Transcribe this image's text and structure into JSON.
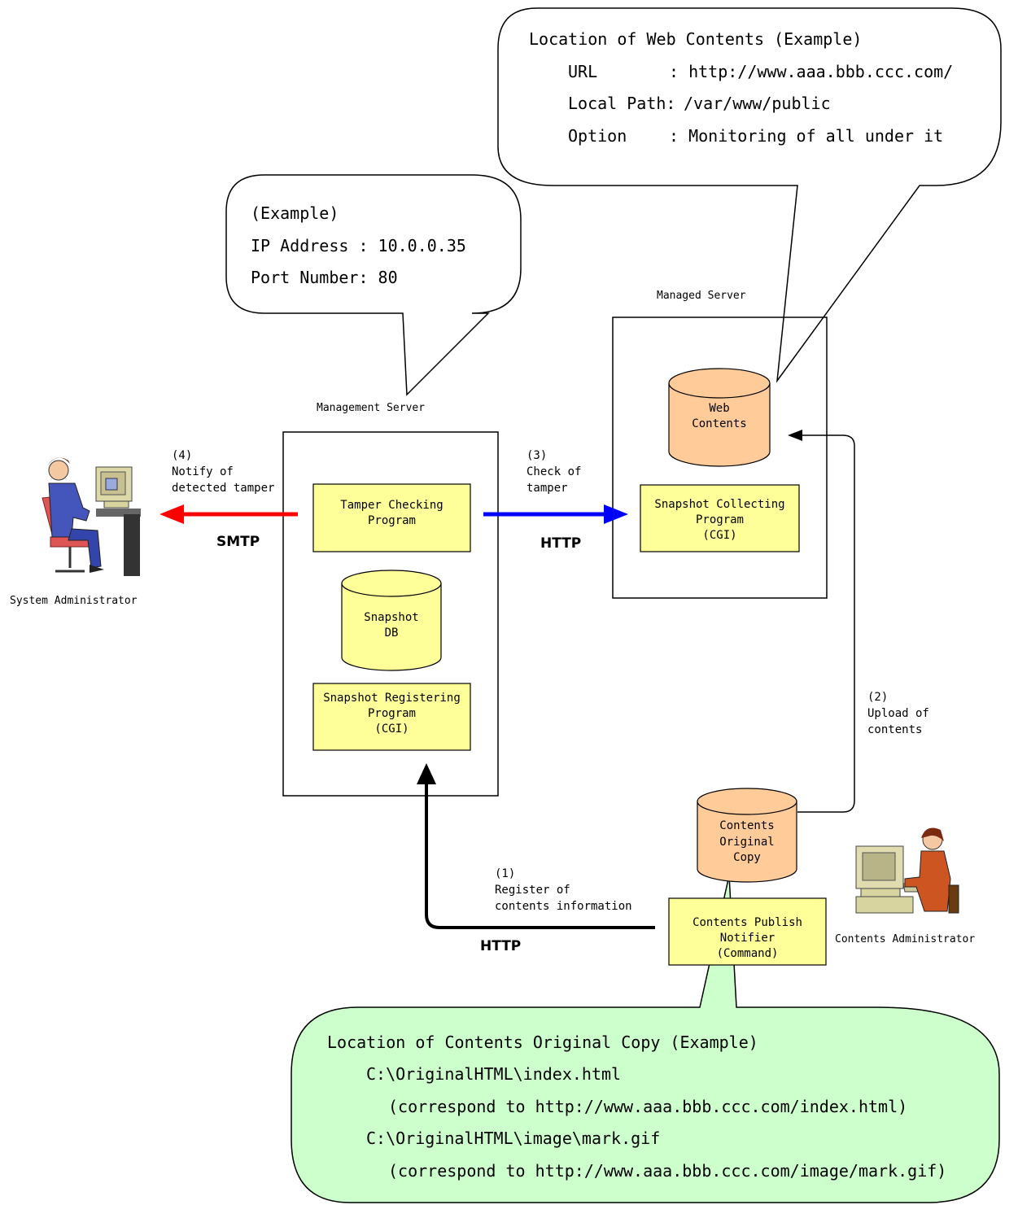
{
  "callouts": {
    "web_location": {
      "title": "Location of Web Contents (Example)",
      "url_label": "URL",
      "url_value": ": http://www.aaa.bbb.ccc.com/",
      "path_label": "Local Path:",
      "path_value": "/var/www/public",
      "option_label": "Option",
      "option_value": ": Monitoring of all under it"
    },
    "server_address": {
      "line1": "(Example)",
      "line2": "IP Address : 10.0.0.35",
      "line3": "Port Number: 80"
    },
    "original_copy": {
      "title": "Location of Contents Original Copy (Example)",
      "line1": "C:\\OriginalHTML\\index.html",
      "line2": "(correspond to http://www.aaa.bbb.ccc.com/index.html)",
      "line3": "C:\\OriginalHTML\\image\\mark.gif",
      "line4": "(correspond to http://www.aaa.bbb.ccc.com/image/mark.gif)"
    }
  },
  "servers": {
    "management": "Management Server",
    "managed": "Managed Server"
  },
  "components": {
    "tamper_checking": [
      "Tamper Checking",
      "Program"
    ],
    "snapshot_db": [
      "Snapshot",
      "DB"
    ],
    "snapshot_registering": [
      "Snapshot Registering",
      "Program",
      "(CGI)"
    ],
    "web_contents": [
      "Web",
      "Contents"
    ],
    "snapshot_collecting": [
      "Snapshot Collecting",
      "Program",
      "(CGI)"
    ],
    "contents_original_copy": [
      "Contents",
      "Original",
      "Copy"
    ],
    "contents_publish_notifier": [
      "Contents Publish",
      "Notifier",
      "(Command)"
    ]
  },
  "actors": {
    "system_admin": "System Administrator",
    "contents_admin": "Contents Administrator"
  },
  "flows": {
    "step1": [
      "(1)",
      "Register of",
      "contents information"
    ],
    "step1_protocol": "HTTP",
    "step2": [
      "(2)",
      "Upload of",
      "contents"
    ],
    "step3": [
      "(3)",
      "Check of",
      "tamper"
    ],
    "step3_protocol": "HTTP",
    "step4": [
      "(4)",
      "Notify of",
      "detected tamper"
    ],
    "step4_protocol": "SMTP"
  },
  "colors": {
    "yellow_box": "#ffff99",
    "orange_cylinder": "#ffcc99",
    "green_callout": "#ccffcc",
    "notify_arrow": "#ff0000",
    "check_arrow": "#0000ff"
  }
}
